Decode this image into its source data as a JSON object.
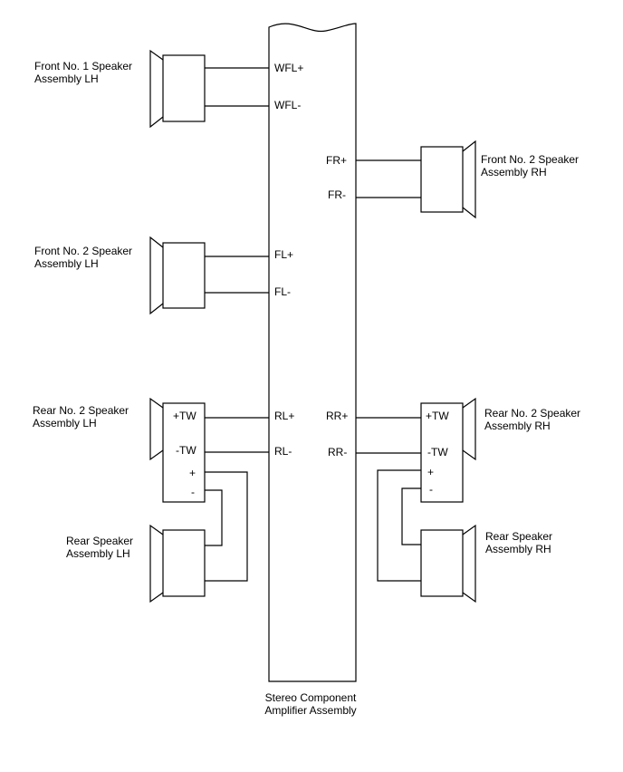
{
  "amplifier": {
    "name_line1": "Stereo Component",
    "name_line2": "Amplifier Assembly"
  },
  "terminals": {
    "wfl_plus": "WFL+",
    "wfl_minus": "WFL-",
    "fr_plus": "FR+",
    "fr_minus": "FR-",
    "fl_plus": "FL+",
    "fl_minus": "FL-",
    "rl_plus": "RL+",
    "rl_minus": "RL-",
    "rr_plus": "RR+",
    "rr_minus": "RR-"
  },
  "speakers": {
    "front1_lh": {
      "line1": "Front No. 1 Speaker",
      "line2": "Assembly LH"
    },
    "front2_rh": {
      "line1": "Front No. 2 Speaker",
      "line2": "Assembly RH"
    },
    "front2_lh": {
      "line1": "Front No. 2 Speaker",
      "line2": "Assembly LH"
    },
    "rear2_lh": {
      "line1": "Rear No. 2 Speaker",
      "line2": "Assembly LH",
      "tw_plus": "+TW",
      "tw_minus": "-TW",
      "plus": "+",
      "minus": "-"
    },
    "rear2_rh": {
      "line1": "Rear No. 2 Speaker",
      "line2": "Assembly RH",
      "tw_plus": "+TW",
      "tw_minus": "-TW",
      "plus": "+",
      "minus": "-"
    },
    "rear_lh": {
      "line1": "Rear Speaker",
      "line2": "Assembly LH"
    },
    "rear_rh": {
      "line1": "Rear Speaker",
      "line2": "Assembly RH"
    }
  }
}
